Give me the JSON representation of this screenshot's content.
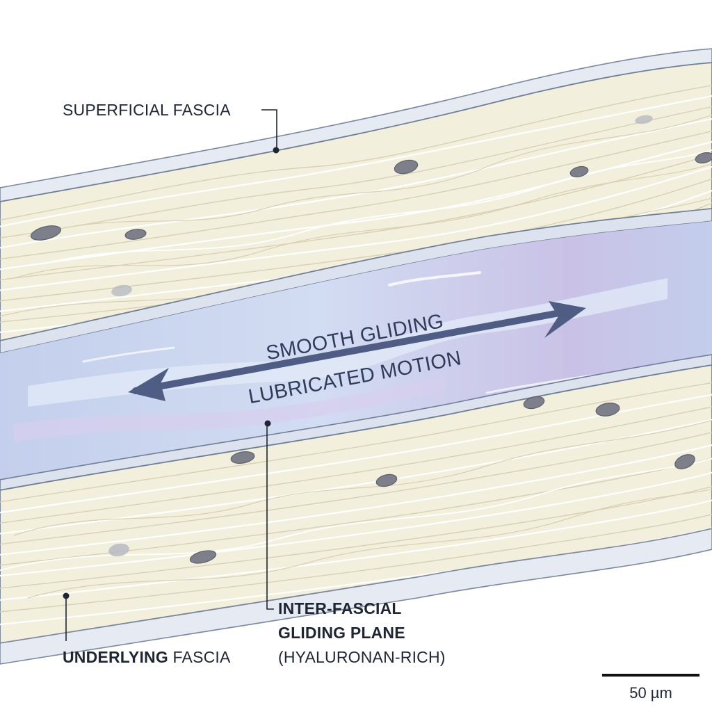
{
  "labels": {
    "superficial": "SUPERFICIAL FASCIA",
    "underlying_bold": "UNDERLYING",
    "underlying_rest": " FASCIA",
    "plane_line1": "INTER-FASCIAL",
    "plane_line2": "GLIDING PLANE",
    "plane_line3": "(HYALURONAN-RICH)",
    "motion_line1": "SMOOTH GLIDING",
    "motion_line2": "LUBRICATED MOTION",
    "scale": "50 µm"
  },
  "colors": {
    "fascia_fill": "#f3efdd",
    "fiber": "#ffffff",
    "fiber_shadow": "#d9d2b6",
    "membrane": "#dde3ee",
    "membrane_edge": "#6f7e96",
    "fluid": "#c9d4ee",
    "fluid_light": "#dfe8f7",
    "fluid_purple": "#c8c0e6",
    "arrow": "#4f5d85",
    "nucleus": "#7d7f8a",
    "leader": "#1f2633"
  },
  "icons": {
    "motion_arrow": "double-headed-arrow-icon",
    "leader_dot": "leader-dot-icon"
  }
}
